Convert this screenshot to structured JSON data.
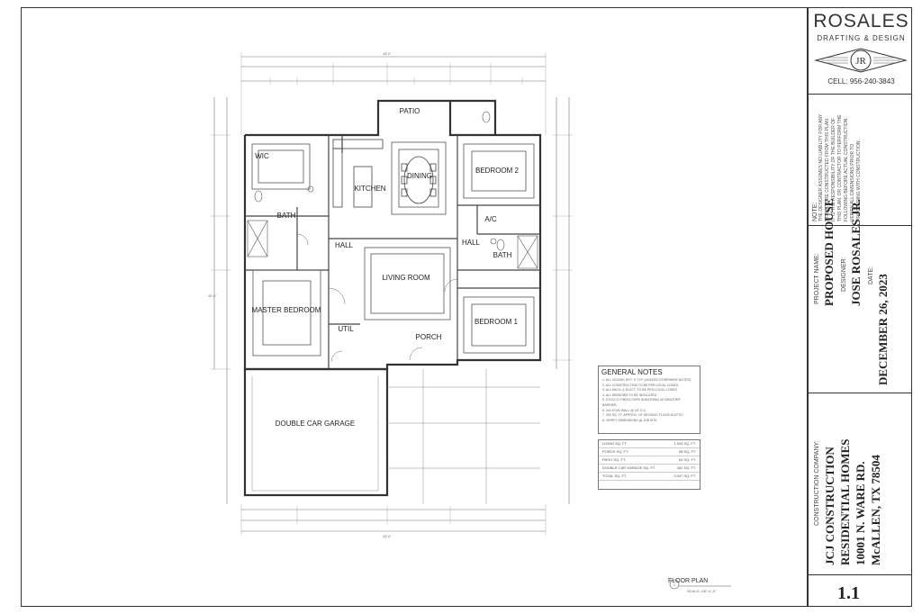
{
  "title_block": {
    "firm_name": "ROSALES",
    "firm_sub": "DRAFTING & DESIGN",
    "logo_initials": "JR",
    "phone": "CELL: 956-240-3843",
    "notes_heading": "NOTE:",
    "notes_text": "THE DESIGNER ASSUMES NO LIABILITY FOR ANY STRUCTURE CONSTRUCTED FROM THIS PLAN. IT IS THE RESPONSIBILITY OF THE BUILDER OF THIS PLAN, OR CONTRACTOR TO PERFORM THE FOLLOWING BEFORE ACTUAL CONSTRUCTION. VERIFY ALL DIMENSIONS PRIOR TO PROCEEDING WITH CONSTRUCTION.",
    "project_name_label": "PROJECT NAME:",
    "project_name": "PROPOSED HOUSE",
    "designer_label": "DESIGNER:",
    "designer": "JOSE ROSALES JR.",
    "date_label": "DATE:",
    "date": "DECEMBER 26, 2023",
    "company_label": "CONSTRUCTION COMPANY:",
    "company_line1": "JCJ CONSTRUCTION",
    "company_line2": "RESIDENTIAL HOMES",
    "company_line3": "10001 N. WARE RD.",
    "company_line4": "McALLEN, TX 78504",
    "sheet_number": "1.1"
  },
  "rooms": {
    "patio": "PATIO",
    "wic": "WIC",
    "bath_left": "BATH",
    "kitchen": "KITCHEN",
    "dining": "DINING",
    "bedroom2": "BEDROOM 2",
    "ac": "A/C",
    "hall_left": "HALL",
    "hall_right": "HALL",
    "bath_right": "BATH",
    "living_room": "LIVING ROOM",
    "master_bedroom": "MASTER BEDROOM",
    "bedroom1": "BEDROOM 1",
    "util": "UTIL",
    "porch": "PORCH",
    "garage": "DOUBLE CAR GARAGE"
  },
  "dimensions": {
    "overall_width": "45'-0\"",
    "overall_depth": "60'-0\""
  },
  "general_notes": {
    "title": "GENERAL NOTES",
    "items": [
      "1. ALL CEILING HGT. 9' TYP. (UNLESS OTHERWISE NOTED)",
      "2. ALL CONSTRUCTION TO BE PER LOCAL CODES.",
      "3. ALL ANCH. & ELECT. TO BE PER LOCAL CODES.",
      "4. ALL WINDOWS TO BE INSULATED.",
      "5. STUCCO FINISH OVER SHEATHING W/ WEATHER BARRIER.",
      "6. 2x4 STUD WALL @ 16\" O.C.",
      "7. 300 SQ. FT. APPROX. OF DECKING FLOOR IN ATTIC",
      "8. VERIFY DIMENSIONS @ JOB SITE."
    ]
  },
  "area_table": [
    {
      "label": "LIVING SQ. FT.",
      "value": "1,543 SQ. FT."
    },
    {
      "label": "PORCH SQ. FT.",
      "value": "38 SQ. FT."
    },
    {
      "label": "PATIO SQ. FT.",
      "value": "64 SQ. FT."
    },
    {
      "label": "DOUBLE CAR GARAGE SQ. FT.",
      "value": "402 SQ. FT."
    },
    {
      "label": "TOTAL SQ. FT.",
      "value": "2,047 SQ. FT."
    }
  ],
  "drawing": {
    "number": "1",
    "title": "FLOOR PLAN",
    "scale": "SCALE: 1/8\"=1'-0\""
  }
}
